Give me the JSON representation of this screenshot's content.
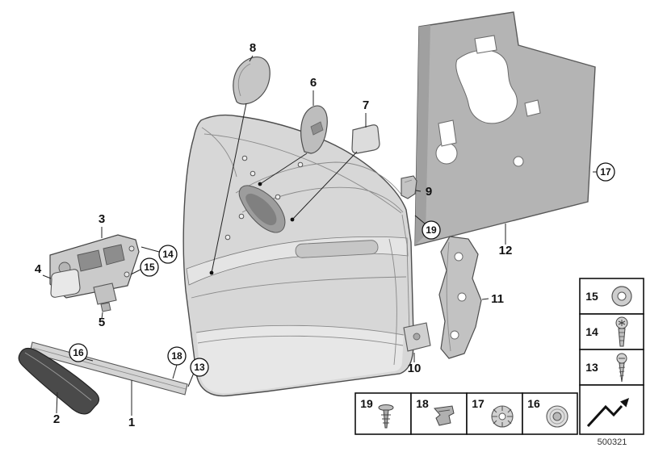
{
  "doc_code": "500321",
  "diagram_title": "door-trim-panel-exploded-view",
  "callouts": {
    "c1": "1",
    "c2": "2",
    "c3": "3",
    "c4": "4",
    "c5": "5",
    "c6": "6",
    "c7": "7",
    "c8": "8",
    "c9": "9",
    "c10": "10",
    "c11": "11",
    "c12": "12",
    "c13": "13",
    "c14": "14",
    "c15": "15",
    "c16": "16",
    "c17": "17",
    "c18": "18",
    "c19": "19"
  },
  "circled_callouts": [
    "13",
    "14",
    "15",
    "16",
    "17",
    "18",
    "19"
  ],
  "legend": {
    "side_column": [
      {
        "num": "15",
        "icon": "grommet-washer-icon"
      },
      {
        "num": "14",
        "icon": "torx-screw-icon"
      },
      {
        "num": "13",
        "icon": "tapping-screw-icon"
      }
    ],
    "bottom_row": [
      {
        "num": "19",
        "icon": "expansion-rivet-icon"
      },
      {
        "num": "18",
        "icon": "spring-clip-icon"
      },
      {
        "num": "17",
        "icon": "spring-washer-icon"
      },
      {
        "num": "16",
        "icon": "flat-grommet-icon"
      }
    ],
    "orientation_icon": "direction-arrow-icon"
  },
  "colors": {
    "background": "#ffffff",
    "panel_fill": "#d7d7d7",
    "insulation_fill": "#b4b4b4",
    "dark_trim_fill": "#4a4a4a",
    "outline": "#4d4d4d",
    "callout_text": "#111111"
  }
}
